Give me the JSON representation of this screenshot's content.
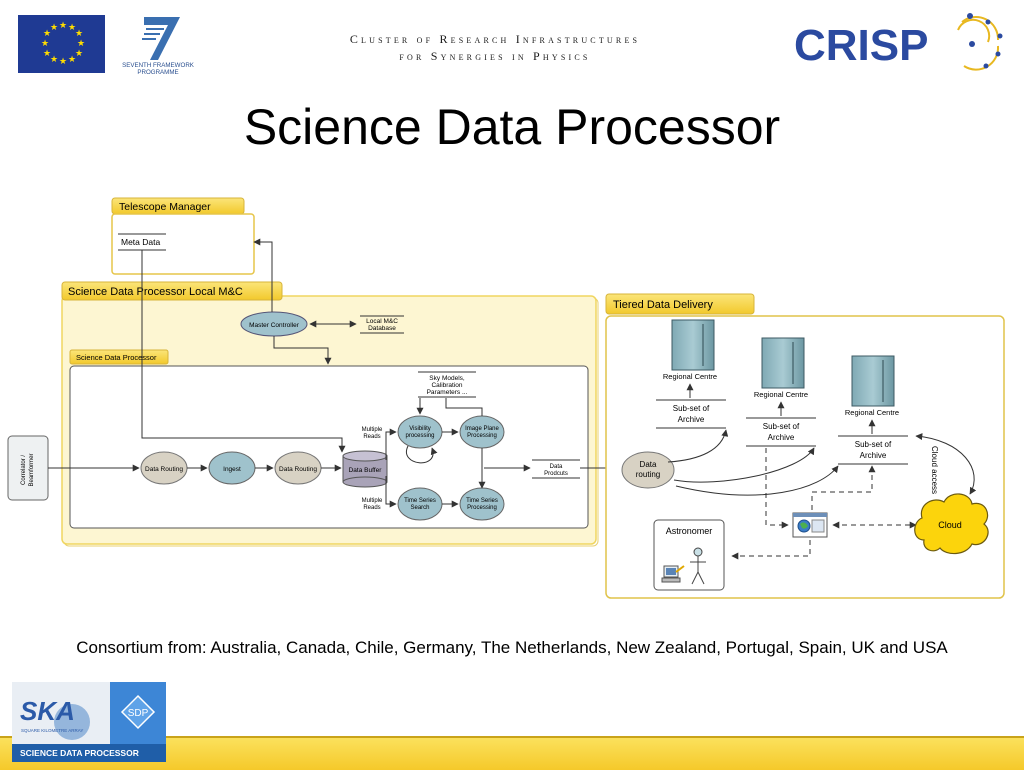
{
  "header": {
    "cluster_line1": "Cluster of Research Infrastructures",
    "cluster_line2": "for Synergies in Physics",
    "fp7_line1": "SEVENTH FRAMEWORK",
    "fp7_line2": "PROGRAMME",
    "crisp_logo": "CRISP"
  },
  "title": "Science Data Processor",
  "diagram": {
    "telescope_manager": "Telescope Manager",
    "meta_data": "Meta Data",
    "sdp_local_mc": "Science Data Processor Local M&C",
    "master_controller": "Master Controller",
    "local_mc_db_line1": "Local M&C",
    "local_mc_db_line2": "Database",
    "sdp_inner": "Science Data Processor",
    "correlator_line1": "Correlator /",
    "correlator_line2": "Beamformer",
    "data_routing_1": "Data Routing",
    "ingest": "Ingest",
    "data_routing_2": "Data Routing",
    "data_buffer": "Data Buffer",
    "sky_models_line1": "Sky Models,",
    "sky_models_line2": "Calibration",
    "sky_models_line3": "Parameters ...",
    "multiple_reads_1_line1": "Multiple",
    "multiple_reads_1_line2": "Reads",
    "multiple_reads_2_line1": "Multiple",
    "multiple_reads_2_line2": "Reads",
    "visibility_line1": "Visibility",
    "visibility_line2": "processing",
    "image_plane_line1": "Image Plane",
    "image_plane_line2": "Processing",
    "ts_search_line1": "Time Series",
    "ts_search_line2": "Search",
    "ts_processing_line1": "Time Series",
    "ts_processing_line2": "Processing",
    "data_products_line1": "Data",
    "data_products_line2": "Prodcuts",
    "tiered_delivery": "Tiered Data Delivery",
    "data_routing_out_line1": "Data",
    "data_routing_out_line2": "routing",
    "regional_centre_1": "Regional Centre",
    "regional_centre_2": "Regional Centre",
    "regional_centre_3": "Regional Centre",
    "subset_1_line1": "Sub-set of",
    "subset_1_line2": "Archive",
    "subset_2_line1": "Sub-set of",
    "subset_2_line2": "Archive",
    "subset_3_line1": "Sub-set of",
    "subset_3_line2": "Archive",
    "cloud_access": "Cloud access",
    "cloud": "Cloud",
    "astronomer": "Astronomer"
  },
  "consortium": "Consortium from: Australia, Canada, Chile, Germany, The Netherlands, New Zealand, Portugal, Spain, UK and USA",
  "footer": {
    "ska_logo": "SKA",
    "ska_sub": "SQUARE KILOMETRE ARRAY",
    "sdp_badge": "SDP",
    "sdp_caption": "SCIENCE DATA PROCESSOR"
  },
  "colors": {
    "eu_blue": "#1f3a93",
    "eu_star": "#ffdd00",
    "crisp_blue": "#2b4aa0",
    "panel_yellow": "#f6d84a",
    "panel_fill": "#fdf6d2",
    "node_grey": "#d8d2c4",
    "node_blue": "#9fc2cc",
    "footer_yellow": "#f5c92a"
  }
}
